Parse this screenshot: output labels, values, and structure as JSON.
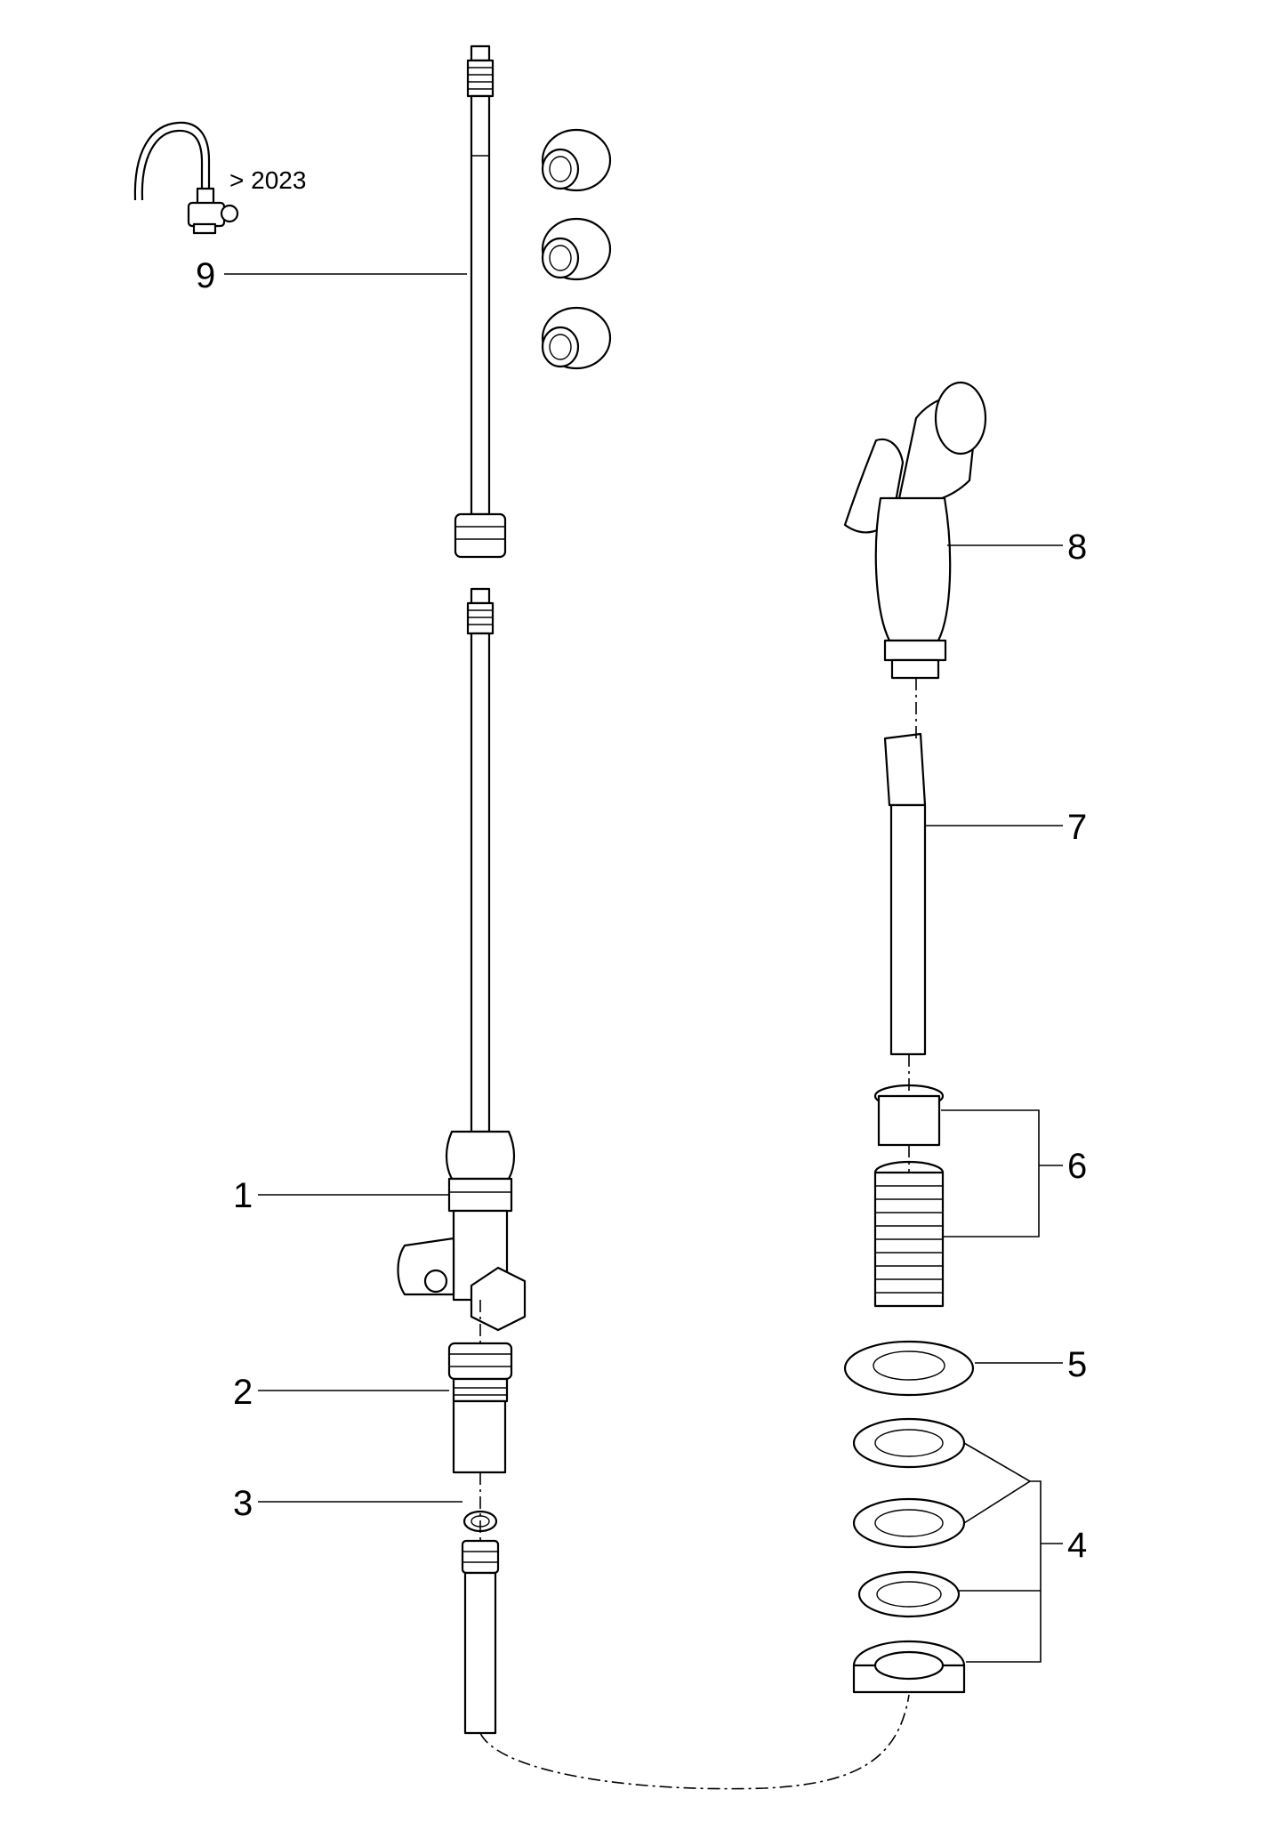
{
  "callouts": [
    {
      "label": "1"
    },
    {
      "label": "2"
    },
    {
      "label": "3"
    },
    {
      "label": "4"
    },
    {
      "label": "5"
    },
    {
      "label": "6"
    },
    {
      "label": "7"
    },
    {
      "label": "8"
    },
    {
      "label": "9"
    }
  ],
  "variant_note": "> 2023",
  "colors": {
    "line": "#000000",
    "background": "#ffffff"
  }
}
